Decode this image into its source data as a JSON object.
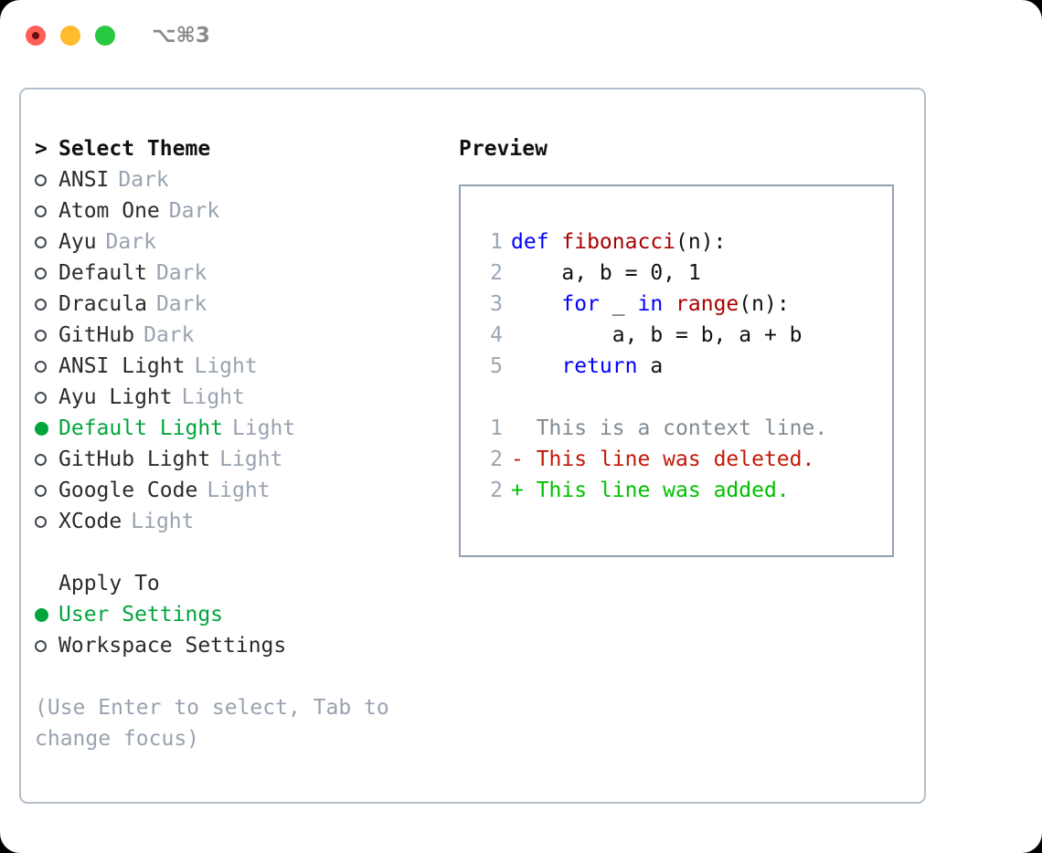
{
  "titlebar": {
    "shortcut": "⌥⌘3",
    "lights": [
      "close",
      "minimize",
      "maximize"
    ]
  },
  "theme_list": {
    "header_marker": ">",
    "header": "Select Theme",
    "items": [
      {
        "marker": "o",
        "label": "ANSI",
        "tag": "Dark",
        "selected": false
      },
      {
        "marker": "o",
        "label": "Atom One",
        "tag": "Dark",
        "selected": false
      },
      {
        "marker": "o",
        "label": "Ayu",
        "tag": "Dark",
        "selected": false
      },
      {
        "marker": "o",
        "label": "Default",
        "tag": "Dark",
        "selected": false
      },
      {
        "marker": "o",
        "label": "Dracula",
        "tag": "Dark",
        "selected": false
      },
      {
        "marker": "o",
        "label": "GitHub",
        "tag": "Dark",
        "selected": false
      },
      {
        "marker": "o",
        "label": "ANSI Light",
        "tag": "Light",
        "selected": false
      },
      {
        "marker": "o",
        "label": "Ayu Light",
        "tag": "Light",
        "selected": false
      },
      {
        "marker": "●",
        "label": "Default Light",
        "tag": "Light",
        "selected": true
      },
      {
        "marker": "o",
        "label": "GitHub Light",
        "tag": "Light",
        "selected": false
      },
      {
        "marker": "o",
        "label": "Google Code",
        "tag": "Light",
        "selected": false
      },
      {
        "marker": "o",
        "label": "XCode",
        "tag": "Light",
        "selected": false
      }
    ]
  },
  "apply_to": {
    "header": "Apply To",
    "items": [
      {
        "marker": "●",
        "label": "User Settings",
        "selected": true
      },
      {
        "marker": "o",
        "label": "Workspace Settings",
        "selected": false
      }
    ]
  },
  "hint": "(Use Enter to select, Tab to change focus)",
  "preview": {
    "title": "Preview",
    "code_lines": [
      {
        "no": "1",
        "segments": [
          {
            "text": "def ",
            "cls": "tok-kw"
          },
          {
            "text": "fibonacci",
            "cls": "tok-fn"
          },
          {
            "text": "(n):",
            "cls": "tok-pl"
          }
        ]
      },
      {
        "no": "2",
        "segments": [
          {
            "text": "    a, b = 0, 1",
            "cls": "tok-pl"
          }
        ]
      },
      {
        "no": "3",
        "segments": [
          {
            "text": "    ",
            "cls": "tok-pl"
          },
          {
            "text": "for",
            "cls": "tok-kw"
          },
          {
            "text": " _ ",
            "cls": "tok-pl"
          },
          {
            "text": "in",
            "cls": "tok-kw"
          },
          {
            "text": " ",
            "cls": "tok-pl"
          },
          {
            "text": "range",
            "cls": "tok-fn"
          },
          {
            "text": "(n):",
            "cls": "tok-pl"
          }
        ]
      },
      {
        "no": "4",
        "segments": [
          {
            "text": "        a, b = b, a + b",
            "cls": "tok-pl"
          }
        ]
      },
      {
        "no": "5",
        "segments": [
          {
            "text": "    ",
            "cls": "tok-pl"
          },
          {
            "text": "return",
            "cls": "tok-kw"
          },
          {
            "text": " a",
            "cls": "tok-pl"
          }
        ]
      }
    ],
    "diff_lines": [
      {
        "no": "1",
        "sign": " ",
        "text": " This is a context line.",
        "cls": "diff-ctx"
      },
      {
        "no": "2",
        "sign": "-",
        "text": " This line was deleted.",
        "cls": "diff-del"
      },
      {
        "no": "2",
        "sign": "+",
        "text": " This line was added.",
        "cls": "diff-add"
      }
    ]
  },
  "colors": {
    "accent_green": "#00a63c",
    "muted": "#98a3b0",
    "keyword_blue": "#0000ff",
    "function_red": "#aa0000",
    "diff_add": "#00c000",
    "diff_del": "#c21807",
    "card_border": "#b3bfcb",
    "preview_border": "#93a1b0",
    "light_close": "#ff5f57",
    "light_min": "#febc2e",
    "light_max": "#28c840"
  }
}
